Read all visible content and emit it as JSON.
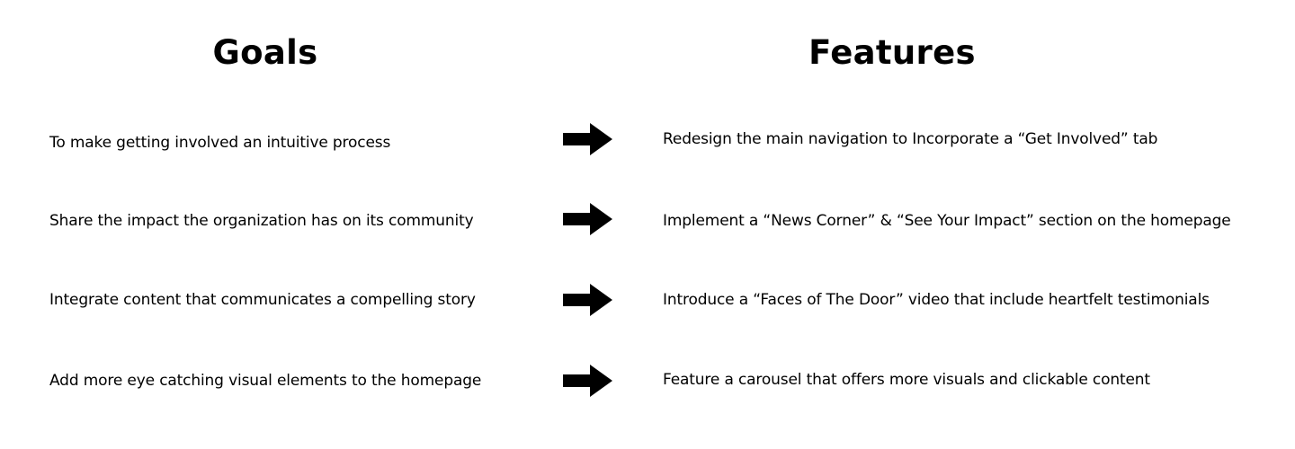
{
  "headings": {
    "goals": "Goals",
    "features": "Features"
  },
  "rows": [
    {
      "goal": "To make getting involved an intuitive process",
      "arrow_icon": "right-arrow-icon",
      "feature": "Redesign the main navigation to Incorporate a “Get Involved” tab"
    },
    {
      "goal": "Share the impact the organization has on its community",
      "arrow_icon": "right-arrow-icon",
      "feature": "Implement a “News Corner” & “See Your Impact” section on the homepage"
    },
    {
      "goal": "Integrate content that communicates a compelling story",
      "arrow_icon": "right-arrow-icon",
      "feature": "Introduce a “Faces of The Door” video that include heartfelt testimonials"
    },
    {
      "goal": "Add more eye catching visual elements to the homepage",
      "arrow_icon": "right-arrow-icon",
      "feature": "Feature a carousel that offers more visuals and clickable content"
    }
  ],
  "colors": {
    "background": "#ffffff",
    "text": "#000000",
    "arrow": "#000000"
  }
}
